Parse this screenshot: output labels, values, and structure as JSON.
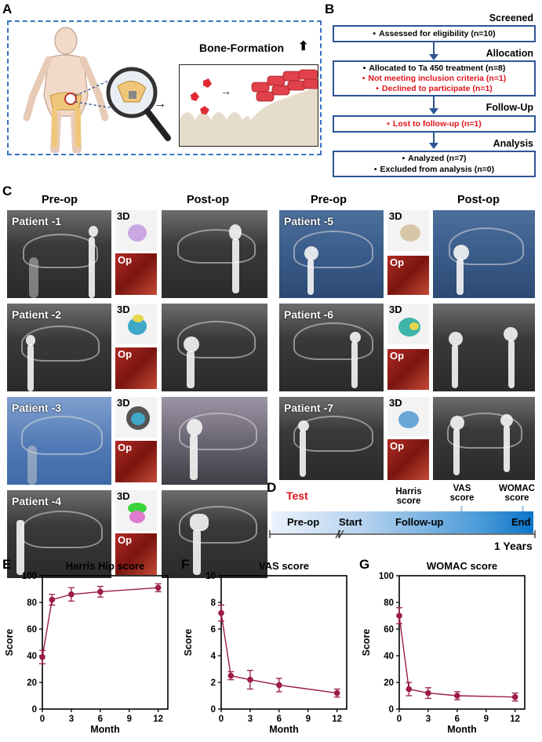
{
  "panels": {
    "a": "A",
    "b": "B",
    "c": "C",
    "d": "D",
    "e": "E",
    "f": "F",
    "g": "G"
  },
  "panelA": {
    "bone_formation": "Bone-Formation",
    "arrow": "⬆"
  },
  "flow": {
    "stages": [
      "Screened",
      "Allocation",
      "Follow-Up",
      "Analysis"
    ],
    "box1": [
      {
        "text": "Assessed for eligibility (n=10)",
        "red": false
      }
    ],
    "box2": [
      {
        "text": "Allocated to Ta 450 treatment (n=8)",
        "red": false
      },
      {
        "text": "Not meeting inclusion criteria (n=1)",
        "red": true
      },
      {
        "text": "Declined to participate (n=1)",
        "red": true
      }
    ],
    "box3": [
      {
        "text": "Lost to follow-up (n=1)",
        "red": true
      }
    ],
    "box4": [
      {
        "text": "Analyzed (n=7)",
        "red": false
      },
      {
        "text": "Excluded from analysis (n=0)",
        "red": false
      }
    ]
  },
  "panelC": {
    "preop": "Pre-op",
    "postop": "Post-op",
    "tag_3d": "3D",
    "tag_op": "Op",
    "patients": [
      "Patient -1",
      "Patient -2",
      "Patient -3",
      "Patient -4",
      "Patient -5",
      "Patient -6",
      "Patient -7"
    ]
  },
  "timeline": {
    "test": "Test",
    "harris": "Harris score",
    "vas": "VAS score",
    "womac": "WOMAC score",
    "preop": "Pre-op",
    "start": "Start",
    "followup": "Follow-up",
    "end": "End",
    "years": "1 Years",
    "colors": {
      "test": "#e0141a",
      "bar_end": "#0a74c8"
    }
  },
  "chart_data": [
    {
      "type": "line",
      "title": "Harris Hip score",
      "xlabel": "Month",
      "ylabel": "Score",
      "x": [
        0,
        1,
        3,
        6,
        12
      ],
      "values": [
        39,
        82,
        86,
        88,
        91
      ],
      "errors": [
        5,
        4,
        5,
        4,
        3
      ],
      "xticks": [
        0,
        3,
        6,
        9,
        12
      ],
      "yticks": [
        0,
        20,
        40,
        60,
        80,
        100
      ],
      "xlim": [
        0,
        13
      ],
      "ylim": [
        0,
        100
      ],
      "color": "#9b1b4a"
    },
    {
      "type": "line",
      "title": "VAS score",
      "xlabel": "Month",
      "ylabel": "Score",
      "x": [
        0,
        1,
        3,
        6,
        12
      ],
      "values": [
        7.2,
        2.5,
        2.2,
        1.8,
        1.2
      ],
      "errors": [
        0.6,
        0.3,
        0.7,
        0.5,
        0.3
      ],
      "xticks": [
        0,
        3,
        6,
        9,
        12
      ],
      "yticks": [
        0,
        2,
        4,
        6,
        8,
        10
      ],
      "xlim": [
        0,
        13
      ],
      "ylim": [
        0,
        10
      ],
      "color": "#9b1b4a"
    },
    {
      "type": "line",
      "title": "WOMAC score",
      "xlabel": "Month",
      "ylabel": "Score",
      "x": [
        0,
        1,
        3,
        6,
        12
      ],
      "values": [
        70,
        15,
        12,
        10,
        9
      ],
      "errors": [
        6,
        5,
        4,
        3,
        3
      ],
      "xticks": [
        0,
        3,
        6,
        9,
        12
      ],
      "yticks": [
        0,
        20,
        40,
        60,
        80,
        100
      ],
      "xlim": [
        0,
        13
      ],
      "ylim": [
        0,
        100
      ],
      "color": "#9b1b4a"
    }
  ]
}
